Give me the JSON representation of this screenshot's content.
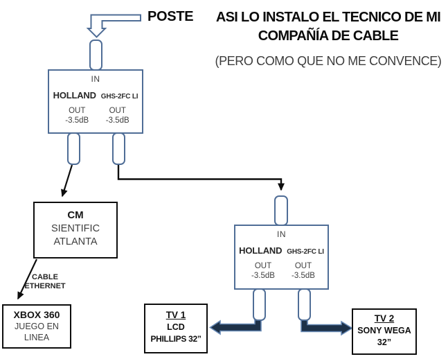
{
  "poste": {
    "label": "POSTE"
  },
  "title": {
    "line1": "ASI LO INSTALO EL TECNICO DE MI",
    "line2": "COMPAÑÍA DE CABLE",
    "subtitle": "(PERO COMO QUE NO ME CONVENCE)"
  },
  "splitter1": {
    "in_label": "IN",
    "brand": "HOLLAND",
    "model": "GHS-2FC LI",
    "out_left": {
      "label": "OUT",
      "loss": "-3.5dB"
    },
    "out_right": {
      "label": "OUT",
      "loss": "-3.5dB"
    }
  },
  "splitter2": {
    "in_label": "IN",
    "brand": "HOLLAND",
    "model": "GHS-2FC LI",
    "out_left": {
      "label": "OUT",
      "loss": "-3.5dB"
    },
    "out_right": {
      "label": "OUT",
      "loss": "-3.5dB"
    }
  },
  "cm_box": {
    "line1": "CM",
    "line2": "SIENTIFIC",
    "line3": "ATLANTA"
  },
  "cable_label": {
    "line1": "CABLE",
    "line2": "ETHERNET"
  },
  "xbox_box": {
    "line1": "XBOX 360",
    "line2": "JUEGO EN",
    "line3": "LINEA"
  },
  "tv1_box": {
    "title": "TV 1",
    "line2": "LCD",
    "line3": "PHILLIPS 32”"
  },
  "tv2_box": {
    "title": "TV 2",
    "line2": "SONY WEGA",
    "line3": "32”"
  },
  "colors": {
    "diagram_blue": "#4f6d96",
    "thick_arrow_fill": "#1d3148",
    "thick_arrow_stroke": "#6789b5",
    "black_line": "#0d0d0d",
    "text_gray": "#3d3d3d"
  }
}
